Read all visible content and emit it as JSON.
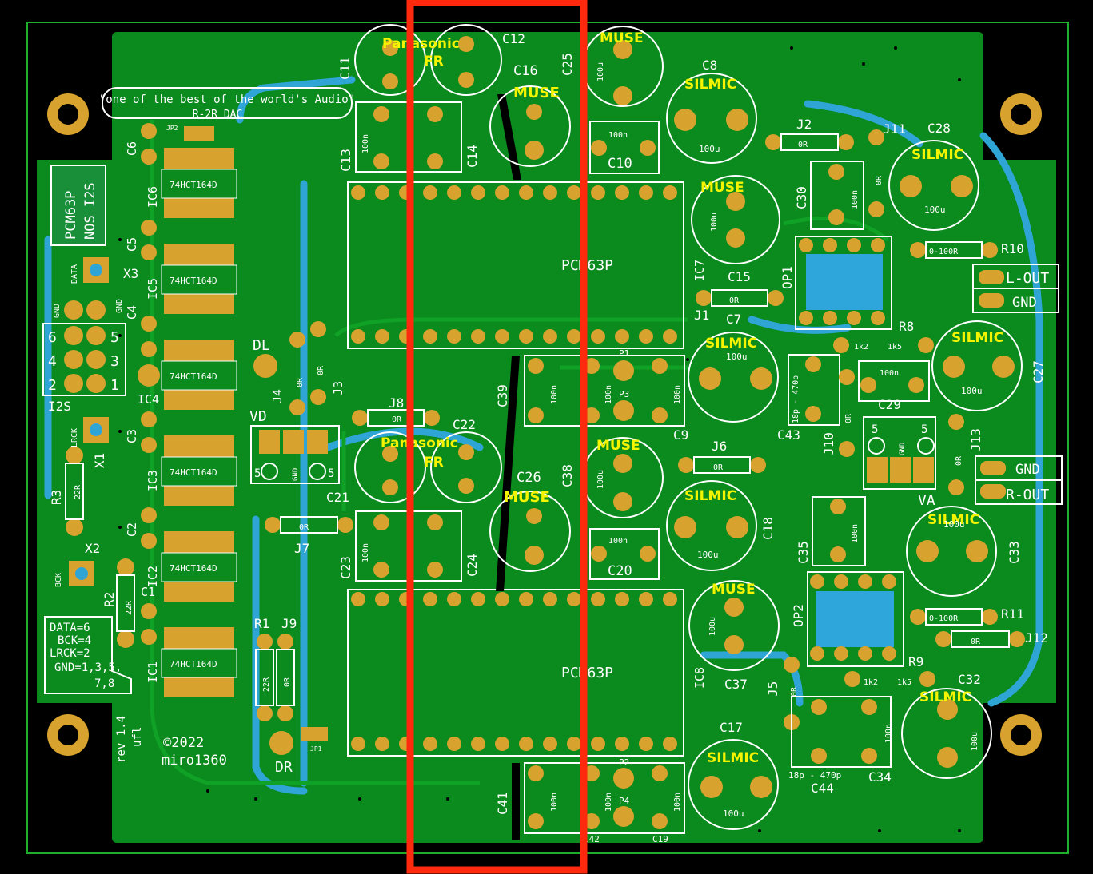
{
  "colors": {
    "background": "#000000",
    "board": "#0b8a1e",
    "trace": "#0b9d22",
    "copper": "#2fa5d6",
    "pad": "#d7a22d",
    "silk": "#ffffff",
    "label": "#f4f400",
    "highlight": "#ff2a0d",
    "opamp": "#2ea6dc"
  },
  "tagline": "\"one of the best of the world's Audio\"",
  "subtitle": "R-2R DAC",
  "product": {
    "line1": "PCM63P",
    "line2": "NOS I2S"
  },
  "dac_chips": [
    "PCM63P",
    "PCM63P"
  ],
  "shift_registers": [
    "74HCT164D",
    "74HCT164D",
    "74HCT164D",
    "74HCT164D",
    "74HCT164D",
    "74HCT164D"
  ],
  "pinout": [
    "DATA=6",
    "BCK=4",
    "LRCK=2",
    "GND=1,3,5,",
    "7,8"
  ],
  "copyright": {
    "year": "©2022",
    "author": "miro1360"
  },
  "revision": {
    "line1": "rev 1.4",
    "line2": "ufl"
  },
  "outputs": {
    "l_out": "L-OUT",
    "gnd_top": "GND",
    "gnd_bottom": "GND",
    "r_out": "R-OUT"
  },
  "connector_i2s": {
    "name": "I2S",
    "pins": [
      "6",
      "5",
      "4",
      "3",
      "2",
      "1"
    ]
  },
  "supplies": {
    "vd": "VD",
    "va": "VA",
    "dl": "DL",
    "dr": "DR"
  },
  "supply_header": [
    "5",
    "GND",
    "5"
  ],
  "coax": {
    "data": "DATA",
    "gnd": "GND",
    "lrck": "LRCK",
    "bck": "BCK",
    "x1": "X1",
    "x2": "X2",
    "x3": "X3"
  },
  "brands": {
    "panasonic": "Panasonic",
    "fr": "FR",
    "muse": "MUSE",
    "silmic": "SILMIC"
  },
  "values": {
    "cap100n": "100n",
    "cap100u": "100u",
    "zero_r": "0R",
    "r22": "22R",
    "r0_100": "0-100R",
    "r1k2": "1k2",
    "r1k5": "1k5",
    "c18_470": "18p - 470p"
  },
  "designators": {
    "c1": "C1",
    "c2": "C2",
    "c3": "C3",
    "c4": "C4",
    "c5": "C5",
    "c6": "C6",
    "c7": "C7",
    "c8": "C8",
    "c9": "C9",
    "c10": "C10",
    "c11": "C11",
    "c12": "C12",
    "c13": "C13",
    "c14": "C14",
    "c15": "C15",
    "c16": "C16",
    "c17": "C17",
    "c18": "C18",
    "c19": "C19",
    "c20": "C20",
    "c21": "C21",
    "c22": "C22",
    "c23": "C23",
    "c24": "C24",
    "c25": "C25",
    "c26": "C26",
    "c27": "C27",
    "c28": "C28",
    "c29": "C29",
    "c30": "C30",
    "c32": "C32",
    "c33": "C33",
    "c34": "C34",
    "c35": "C35",
    "c37": "C37",
    "c38": "C38",
    "c39": "C39",
    "c41": "C41",
    "c42": "C42",
    "c43": "C43",
    "c44": "C44",
    "ic1": "IC1",
    "ic2": "IC2",
    "ic3": "IC3",
    "ic4": "IC4",
    "ic5": "IC5",
    "ic6": "IC6",
    "ic7": "IC7",
    "ic8": "IC8",
    "op1": "OP1",
    "op2": "OP2",
    "r1": "R1",
    "r2": "R2",
    "r3": "R3",
    "r8": "R8",
    "r9": "R9",
    "r10": "R10",
    "r11": "R11",
    "j1": "J1",
    "j2": "J2",
    "j3": "J3",
    "j4": "J4",
    "j5": "J5",
    "j6": "J6",
    "j7": "J7",
    "j8": "J8",
    "j9": "J9",
    "j10": "J10",
    "j11": "J11",
    "j12": "J12",
    "j13": "J13",
    "p1": "P1",
    "p2": "P2",
    "p3": "P3",
    "p4": "P4",
    "jp1": "JP1",
    "jp2": "JP2"
  }
}
